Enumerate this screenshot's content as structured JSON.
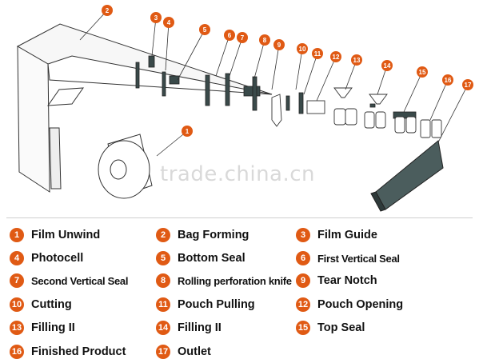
{
  "watermark": "trade.china.cn",
  "callouts": [
    "1",
    "2",
    "3",
    "4",
    "5",
    "6",
    "7",
    "8",
    "9",
    "10",
    "11",
    "12",
    "13",
    "14",
    "15",
    "16",
    "17"
  ],
  "legend": [
    {
      "num": "1",
      "label": "Film Unwind"
    },
    {
      "num": "2",
      "label": "Bag Forming"
    },
    {
      "num": "3",
      "label": "Film Guide"
    },
    {
      "num": "4",
      "label": "Photocell"
    },
    {
      "num": "5",
      "label": "Bottom Seal"
    },
    {
      "num": "6",
      "label": "First Vertical Seal"
    },
    {
      "num": "7",
      "label": "Second Vertical Seal"
    },
    {
      "num": "8",
      "label": "Rolling perforation knife"
    },
    {
      "num": "9",
      "label": "Tear Notch"
    },
    {
      "num": "10",
      "label": "Cutting"
    },
    {
      "num": "11",
      "label": "Pouch Pulling"
    },
    {
      "num": "12",
      "label": "Pouch Opening"
    },
    {
      "num": "13",
      "label": "Filling II"
    },
    {
      "num": "14",
      "label": "Filling II"
    },
    {
      "num": "15",
      "label": "Top Seal"
    },
    {
      "num": "16",
      "label": "Finished Product"
    },
    {
      "num": "17",
      "label": "Outlet"
    }
  ],
  "colors": {
    "callout": "#e05a14",
    "line": "#333333",
    "fill": "#ffffff",
    "dark": "#3a4a4a"
  }
}
